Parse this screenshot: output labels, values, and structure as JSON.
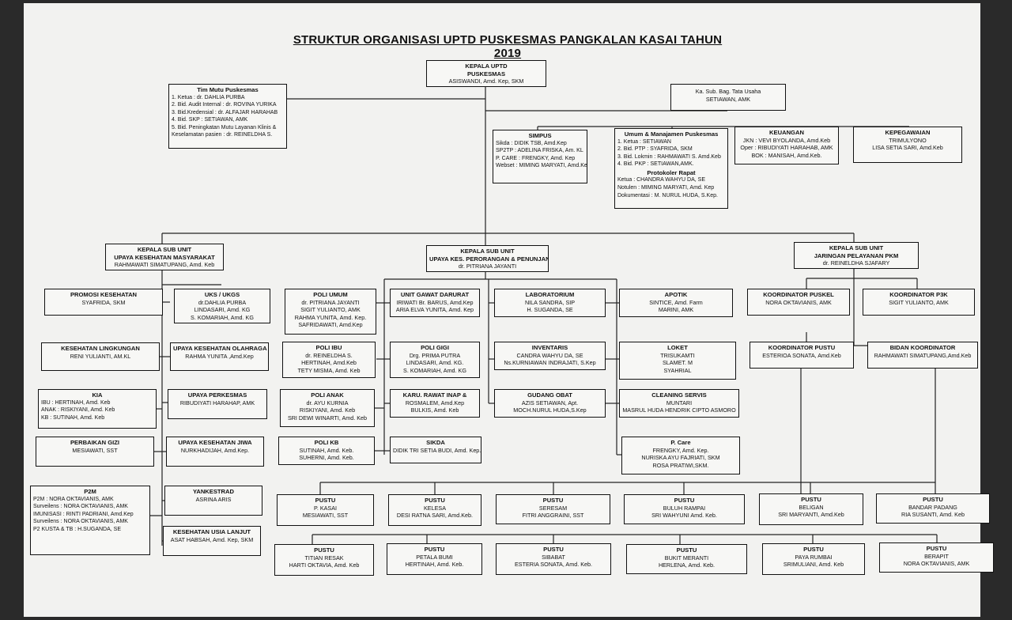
{
  "title": "STRUKTUR ORGANISASI UPTD PUSKESMAS PANGKALAN KASAI TAHUN 2019",
  "top": {
    "h1": "KEPALA UPTD",
    "h2": "PUSKESMAS",
    "name": "ASISWANDI, Amd. Kep, SKM"
  },
  "tim_mutu": {
    "title": "Tim Mutu Puskesmas",
    "lines": [
      "1. Ketua           : dr. DAHLIA PURBA",
      "2. Bid. Audit Internal : dr. ROVINA YURIKA",
      "3. Bid.Kredensial    : dr. ALFAJAR HARAHAB",
      "4. Bid. SKP          : SETIAWAN, AMK",
      "5. Bid. Peningkatan Mutu Layanan Klinis &",
      "Keselamatan pasien : dr. REINELDHA S."
    ]
  },
  "tata_usaha": {
    "title": "Ka. Sub. Bag. Tata Usaha",
    "name": "SETIAWAN, AMK"
  },
  "simpus": {
    "title": "SIMPUS",
    "lines": [
      "Sikda     : DIDIK TSB, Amd.Kep",
      "SP2TP    : ADELINA FRISKA, Am. KL",
      "P. CARE : FRENGKY, Amd. Kep",
      "Webset   : MIMING MARYATI, Amd.Kep"
    ]
  },
  "umum": {
    "title": "Umum & Manajamen Puskesmas",
    "lines": [
      "1. Ketua      : SETIAWAN",
      "2. Bid. PTP   : SYAFRIDA, SKM",
      "3. Bid. Lokmin : RAHMAWATI S. Amd.Keb",
      "4. Bid. PKP   : SETIAWAN,AMK."
    ],
    "sub": "Protokoler Rapat",
    "lines2": [
      "Ketua    : CHANDRA WAHYU DA, SE",
      "Notulen : MIMING MARYATI, Amd. Kep",
      "Dokumentasi : M. NURUL HUDA, S.Kep."
    ]
  },
  "keuangan": {
    "title": "KEUANGAN",
    "lines": [
      "JKN : VEVI BYOLANDA, Amd.Keb",
      "Oper : RIBUDIYATI HARAHAB, AMK",
      "BOK : MANISAH, Amd.Keb."
    ]
  },
  "kepegawaian": {
    "title": "KEPEGAWAIAN",
    "lines": [
      "TRIMULYONO",
      "LISA SETIA SARI, Amd.Keb"
    ]
  },
  "ksu_ukm": {
    "h1": "KEPALA SUB UNIT",
    "h2": "UPAYA KESEHATAN MASYARAKAT",
    "name": "RAHMAWATI SIMATUPANG, Amd. Keb"
  },
  "ksu_ukp": {
    "h1": "KEPALA SUB UNIT",
    "h2": "UPAYA KES. PERORANGAN & PENUNJANG",
    "name": "dr. PITRIANA JAYANTI"
  },
  "ksu_jp": {
    "h1": "KEPALA SUB UNIT",
    "h2": "JARINGAN PELAYANAN PKM",
    "name": "dr. REINELDHA SJAFARY"
  },
  "promkes": {
    "title": "PROMOSI KESEHATAN",
    "lines": [
      "SYAFRIDA, SKM"
    ]
  },
  "uks": {
    "title": "UKS / UKGS",
    "lines": [
      "dr.DAHLIA PURBA",
      "LINDASARI, Amd. KG",
      "S. KOMARIAH, Amd. KG"
    ]
  },
  "kesling": {
    "title": "KESEHATAN LINGKUNGAN",
    "lines": [
      "RENI YULIANTI, AM.KL"
    ]
  },
  "ukor": {
    "title": "UPAYA KESEHATAN OLAHRAGA",
    "lines": [
      "RAHMA YUNITA ,Amd.Kep"
    ]
  },
  "kia": {
    "title": "KIA",
    "lines": [
      "IBU     : HERTINAH, Amd. Keb",
      "ANAK : RISKIYANI, Amd. Keb",
      "KB      : SUTINAH, Amd. Keb"
    ]
  },
  "ukkerja": {
    "title": "UPAYA PERKESMAS",
    "lines": [
      "RIBUDIYATI HARAHAP, AMK"
    ]
  },
  "gizi": {
    "title": "PERBAIKAN GIZI",
    "lines": [
      "MESIAWATI, SST"
    ]
  },
  "ukjiwa": {
    "title": "UPAYA KESEHATAN JIWA",
    "lines": [
      "NURKHADIJAH, Amd.Kep."
    ]
  },
  "p2m": {
    "title": "P2M",
    "lines": [
      "P2M          : NORA OKTAVIANIS, AMK",
      "Surveilens  : NORA OKTAVIANIS, AMK",
      "IMUNISASI : RINTI PADRIANI, Amd.Kep",
      "Surveilens  : NORA OKTAVIANIS, AMK",
      "P2 KUSTA & TB : H.SUGANDA, SE"
    ]
  },
  "yankestrad": {
    "title": "YANKESTRAD",
    "lines": [
      "ASRINA ARIS"
    ]
  },
  "usialanjut": {
    "title": "KESEHATAN USIA LANJUT",
    "lines": [
      "ASAT HABSAH, Amd. Kep, SKM"
    ]
  },
  "poliumum": {
    "title": "POLI UMUM",
    "lines": [
      "dr. PITRIANA JAYANTI",
      "SIGIT YULIANTO, AMK",
      "RAHMA YUNITA, Amd. Kep.",
      "SAFRIDAWATI, Amd.Kep"
    ]
  },
  "ugd": {
    "title": "UNIT GAWAT DARURAT",
    "lines": [
      "IRIWATI Br. BARUS, Amd.Kep",
      "ARIA ELVA YUNITA, Amd. Kep"
    ]
  },
  "lab": {
    "title": "LABORATORIUM",
    "lines": [
      "NILA SANDRA, SIP",
      "H. SUGANDA, SE"
    ]
  },
  "apotik": {
    "title": "APOTIK",
    "lines": [
      "SINTICE, Amd. Farm",
      "MARINI, AMK"
    ]
  },
  "poliibu": {
    "title": "POLI IBU",
    "lines": [
      "dr. REINELDHA S.",
      "HERTINAH, Amd.Keb",
      "TETY MISMA, Amd. Keb"
    ]
  },
  "poligigi": {
    "title": "POLI GIGI",
    "lines": [
      "Drg. PRIMA PUTRA",
      "LINDASARI, Amd. KG.",
      "S. KOMARIAH, Amd. KG"
    ]
  },
  "inventaris": {
    "title": "INVENTARIS",
    "lines": [
      "CANDRA WAHYU DA, SE",
      "Ns.KURNIAWAN INDRAJATI, S.Kep"
    ]
  },
  "loket": {
    "title": "LOKET",
    "lines": [
      "TRISUKAMTI",
      "SLAMET. M",
      "SYAHRIAL"
    ]
  },
  "polianak": {
    "title": "POLI ANAK",
    "lines": [
      "dr. AYU KURNIA",
      "RISKIYANI, Amd. Keb",
      "SRI DEWI WINARTI, Amd. Keb"
    ]
  },
  "rawatinap": {
    "title": "KARU. RAWAT INAP &",
    "lines": [
      "ROSMALEM, Amd.Kep",
      "BULKIS, Amd. Keb"
    ]
  },
  "gudang": {
    "title": "GUDANG OBAT",
    "lines": [
      "AZIS SETIAWAN, Apt.",
      "MOCH.NURUL HUDA,S.Kep"
    ]
  },
  "cleaning": {
    "title": "CLEANING SERVIS",
    "lines": [
      "MUNTARI",
      "MASRUL HUDA HENDRIK CIPTO ASMORO"
    ]
  },
  "polikb": {
    "title": "POLI KB",
    "lines": [
      "SUTINAH, Amd. Keb.",
      "SUHERNI, Amd. Keb."
    ]
  },
  "sikda": {
    "title": "SIKDA",
    "lines": [
      "DIDIK TRI SETIA BUDI, Amd. Kep."
    ]
  },
  "pcare": {
    "title": "P. Care",
    "lines": [
      "FRENGKY, Amd. Kep.",
      "NURISKA AYU FAJRIATI, SKM",
      "ROSA PRATIWI,SKM."
    ]
  },
  "koor_puskel": {
    "title": "KOORDINATOR PUSKEL",
    "lines": [
      "NORA OKTAVIANIS, AMK"
    ]
  },
  "koor_p3k": {
    "title": "KOORDINATOR P3K",
    "lines": [
      "SIGIT YULIANTO, AMK"
    ]
  },
  "koor_pustu": {
    "title": "KOORDINATOR PUSTU",
    "lines": [
      "ESTERIOA SONATA, Amd.Keb"
    ]
  },
  "bidan_koor": {
    "title": "BIDAN KOORDINATOR",
    "lines": [
      "RAHMAWATI SIMATUPANG,Amd.Keb"
    ]
  },
  "pustu1": {
    "title": "PUSTU",
    "lines": [
      "P. KASAI",
      "MESIAWATI, SST"
    ]
  },
  "pustu2": {
    "title": "PUSTU",
    "lines": [
      "KELESA",
      "DESI RATNA SARI, Amd.Keb."
    ]
  },
  "pustu3": {
    "title": "PUSTU",
    "lines": [
      "SERESAM",
      "FITRI ANGGRAINI, SST"
    ]
  },
  "pustu4": {
    "title": "PUSTU",
    "lines": [
      "BULUH RAMPAI",
      "SRI WAHYUNI Amd. Keb."
    ]
  },
  "pustu5": {
    "title": "PUSTU",
    "lines": [
      "BELIGAN",
      "SRI MARYANTI, Amd.Keb"
    ]
  },
  "pustu6": {
    "title": "PUSTU",
    "lines": [
      "BANDAR PADANG",
      "RIA SUSANTI, Amd. Keb"
    ]
  },
  "pustu7": {
    "title": "PUSTU",
    "lines": [
      "TITIAN RESAK",
      "HARTI OKTAVIA, Amd. Keb"
    ]
  },
  "pustu8": {
    "title": "PUSTU",
    "lines": [
      "PETALA BUMI",
      "HERTINAH, Amd. Keb."
    ]
  },
  "pustu9": {
    "title": "PUSTU",
    "lines": [
      "SIBABAT",
      "ESTERIA SONATA, Amd. Keb."
    ]
  },
  "pustu10": {
    "title": "PUSTU",
    "lines": [
      "BUKIT MERANTI",
      "HERLENA, Amd. Keb."
    ]
  },
  "pustu11": {
    "title": "PUSTU",
    "lines": [
      "PAYA RUMBAI",
      "SRIMULIANI, Amd. Keb"
    ]
  },
  "pustu12": {
    "title": "PUSTU",
    "lines": [
      "BERAPIT",
      "NORA OKTAVIANIS, AMK"
    ]
  }
}
